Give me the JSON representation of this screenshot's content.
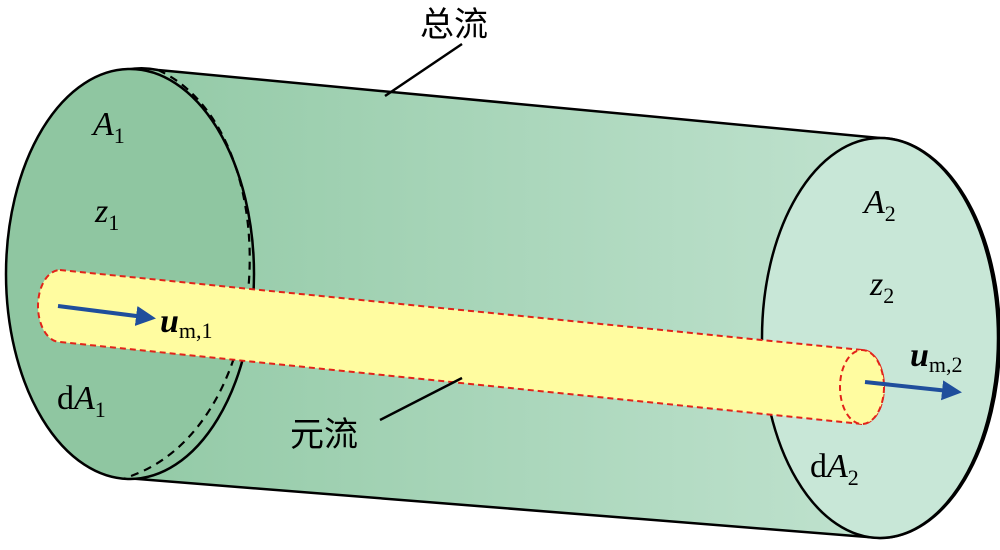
{
  "labels": {
    "total_flow": "总流",
    "element_flow": "元流",
    "inlet": {
      "area": "A",
      "area_sub": "1",
      "elevation": "z",
      "elevation_sub": "1",
      "element_area_prefix": "d",
      "element_area": "A",
      "element_area_sub": "1",
      "velocity": "u",
      "velocity_sub": "m,1"
    },
    "outlet": {
      "area": "A",
      "area_sub": "2",
      "elevation": "z",
      "elevation_sub": "2",
      "element_area_prefix": "d",
      "element_area": "A",
      "element_area_sub": "2",
      "velocity": "u",
      "velocity_sub": "m,2"
    }
  },
  "colors": {
    "cylinder_body_start": "#8cc6a0",
    "cylinder_body_end": "#c7e6d5",
    "inlet_face": "#8fc6a1",
    "outlet_face": "#c8e7d7",
    "stream_tube_fill": "#fffca0",
    "stream_tube_border": "#e2231a",
    "velocity_arrow": "#1f4e9c",
    "outline": "#000000"
  }
}
